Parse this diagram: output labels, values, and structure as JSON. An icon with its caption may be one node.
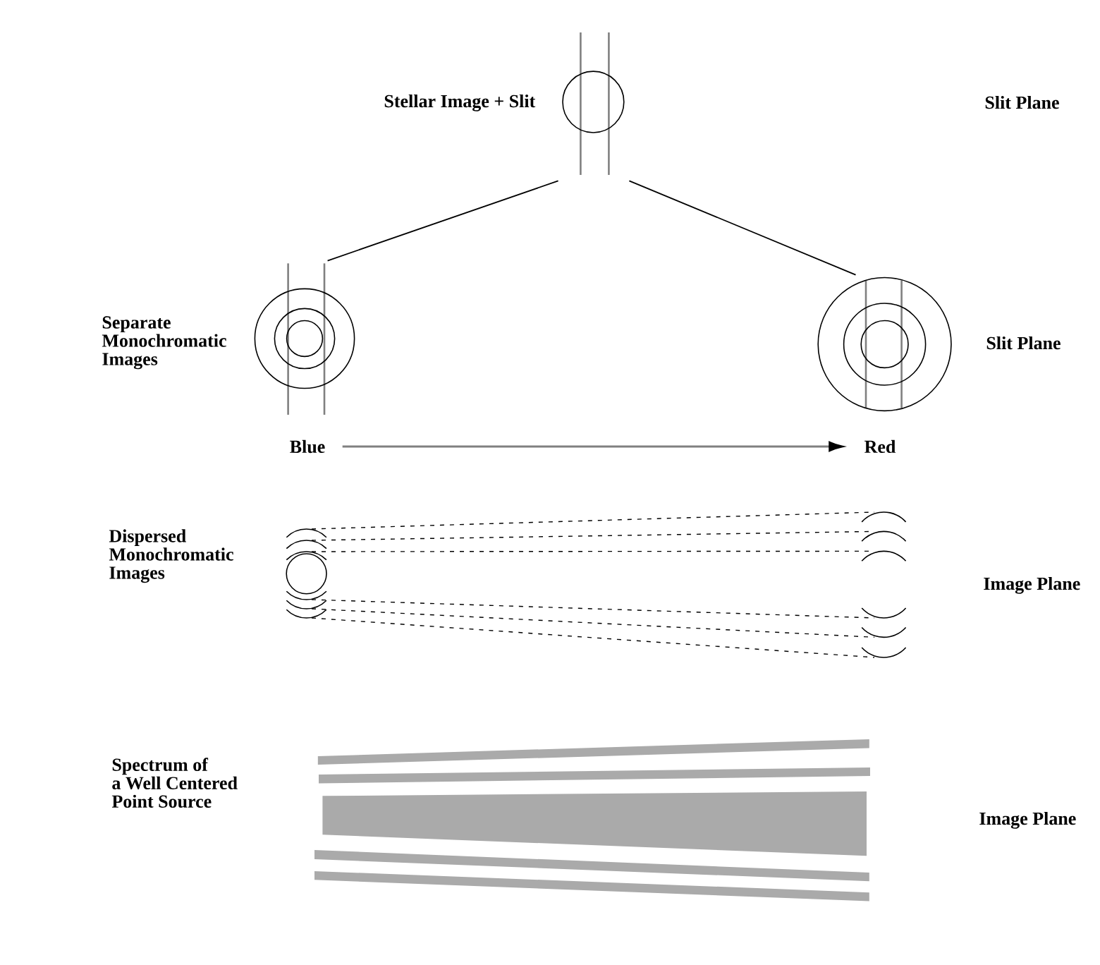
{
  "diagram": {
    "nodes": [
      {
        "text": [],
        "shape": "picture",
        "beside": [
          "Stellar Image + Slit"
        ]
      },
      {
        "text": [],
        "shape": "picture",
        "beside": [
          "Separate Monochromatic Images"
        ]
      },
      {
        "text": [],
        "shape": "picture"
      },
      {
        "text": [
          "Blue"
        ]
      },
      {
        "text": [
          "Red"
        ]
      }
    ],
    "edges": [
      {
        "from": 0,
        "to": 1,
        "arrow": "none"
      },
      {
        "from": 0,
        "to": 2,
        "arrow": "none"
      },
      {
        "from": 3,
        "to": 4,
        "arrow": "to",
        "color": "#808080"
      }
    ],
    "labels": [
      "Slit Plane",
      "Slit Plane",
      "Dispersed Monochromatic Images",
      "Image Plane",
      "Spectrum of a Well Centered Point Source",
      "Image Plane"
    ]
  }
}
